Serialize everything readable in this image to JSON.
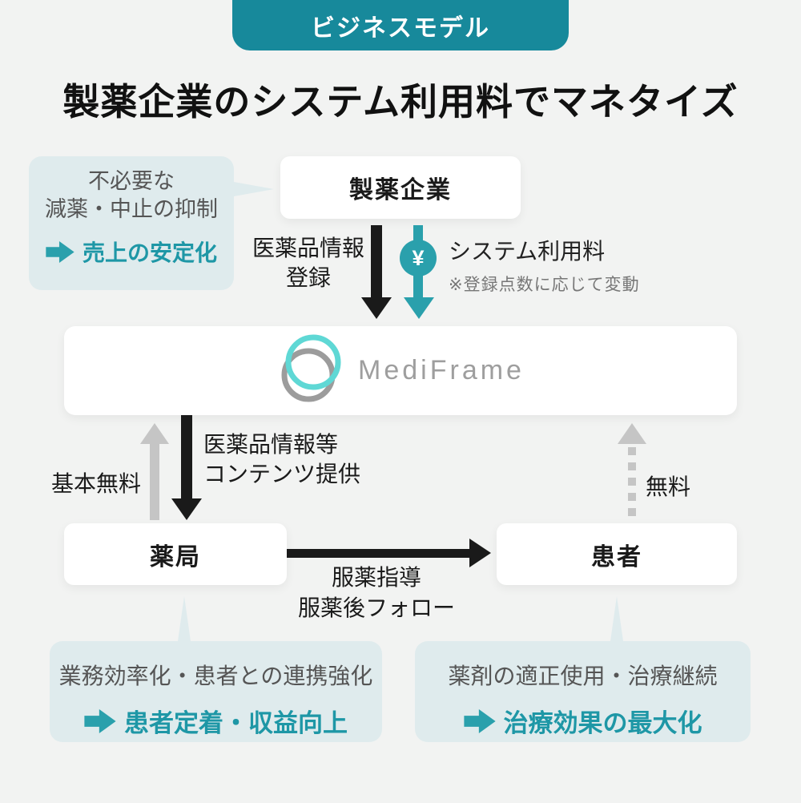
{
  "colors": {
    "background": "#F2F3F2",
    "badge_teal": "#17899B",
    "accent_teal": "#2AA0AC",
    "accent_text_teal": "#1E97A6",
    "callout_bg": "#DFEBED",
    "logo_cyan": "#5FD8D5",
    "logo_gray": "#9C9C9C",
    "arrow_gray": "#C5C5C5",
    "text_dark": "#1A1A1A",
    "text_gray": "#555555",
    "note_gray": "#777777"
  },
  "header": {
    "badge": "ビジネスモデル",
    "title": "製薬企業のシステム利用料でマネタイズ"
  },
  "nodes": {
    "pharma": "製薬企業",
    "platform": "MediFrame",
    "pharmacy": "薬局",
    "patient": "患者"
  },
  "flows": {
    "registration": {
      "line1": "医薬品情報",
      "line2": "登録"
    },
    "system_fee": {
      "yen": "¥",
      "label": "システム利用料",
      "note": "※登録点数に応じて変動"
    },
    "content": {
      "line1": "医薬品情報等",
      "line2": "コンテンツ提供"
    },
    "basic_free": "基本無料",
    "guidance": {
      "line1": "服薬指導",
      "line2": "服薬後フォロー"
    },
    "free": "無料"
  },
  "callouts": {
    "pharma": {
      "line1": "不必要な",
      "line2": "減薬・中止の抑制",
      "result": "売上の安定化"
    },
    "pharmacy": {
      "line1": "業務効率化・患者との連携強化",
      "result": "患者定着・収益向上"
    },
    "patient": {
      "line1": "薬剤の適正使用・治療継続",
      "result": "治療効果の最大化"
    }
  }
}
